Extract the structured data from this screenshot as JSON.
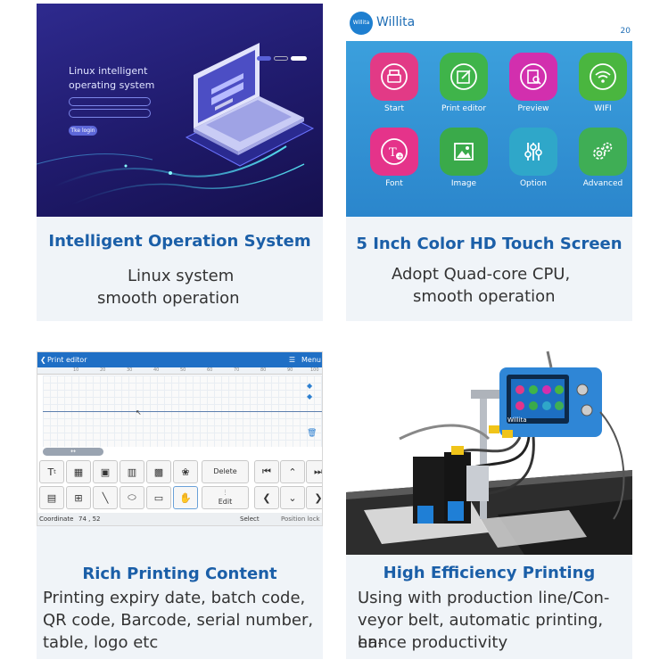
{
  "card1": {
    "screen": {
      "heading_line1": "Linux intelligent",
      "heading_line2": "operating system",
      "login_button": "Tke login"
    },
    "title": "Intelligent Operation System",
    "desc_line1": "Linux system",
    "desc_line2": "smooth operation"
  },
  "card2": {
    "screen": {
      "logo_text": "Willita",
      "brand": "Willita",
      "time": "20",
      "apps": [
        {
          "label": "Start",
          "icon": "printer-icon",
          "color": "#e23a86"
        },
        {
          "label": "Print editor",
          "icon": "edit-icon",
          "color": "#3fb44a"
        },
        {
          "label": "Preview",
          "icon": "preview-icon",
          "color": "#d22fae"
        },
        {
          "label": "WIFI",
          "icon": "wifi-icon",
          "color": "#4ab63f"
        },
        {
          "label": "Font",
          "icon": "font-icon",
          "color": "#e5338a"
        },
        {
          "label": "Image",
          "icon": "image-icon",
          "color": "#3aaa4a"
        },
        {
          "label": "Option",
          "icon": "sliders-icon",
          "color": "#2fa7c9"
        },
        {
          "label": "Advanced",
          "icon": "gears-icon",
          "color": "#3fae55"
        }
      ]
    },
    "title": "5 Inch Color HD Touch Screen",
    "desc_line1": "Adopt Quad-core CPU,",
    "desc_line2": "smooth operation"
  },
  "card3": {
    "screen": {
      "back_label": "Print editor",
      "menu_label": "Menu",
      "delete_label": "Delete",
      "edit_label": "Edit",
      "coordinate_label": "Coordinate",
      "coordinate_value": "74 , 52",
      "select_label": "Select",
      "position_lock_label": "Position lock",
      "ruler_ticks": [
        "10",
        "20",
        "30",
        "40",
        "50",
        "60",
        "70",
        "80",
        "90",
        "100"
      ]
    },
    "title": "Rich Printing Content",
    "desc_line1": "Printing expiry date, batch code,",
    "desc_line2": "QR code, Barcode, serial number,",
    "desc_line3": "table, logo etc"
  },
  "card4": {
    "screen": {
      "device_brand": "Willita"
    },
    "title": "High Efficiency Printing",
    "desc_line1": "Using with production line/Con-",
    "desc_line2": "veyor belt, automatic printing, en-",
    "desc_line3": "hance  productivity"
  }
}
